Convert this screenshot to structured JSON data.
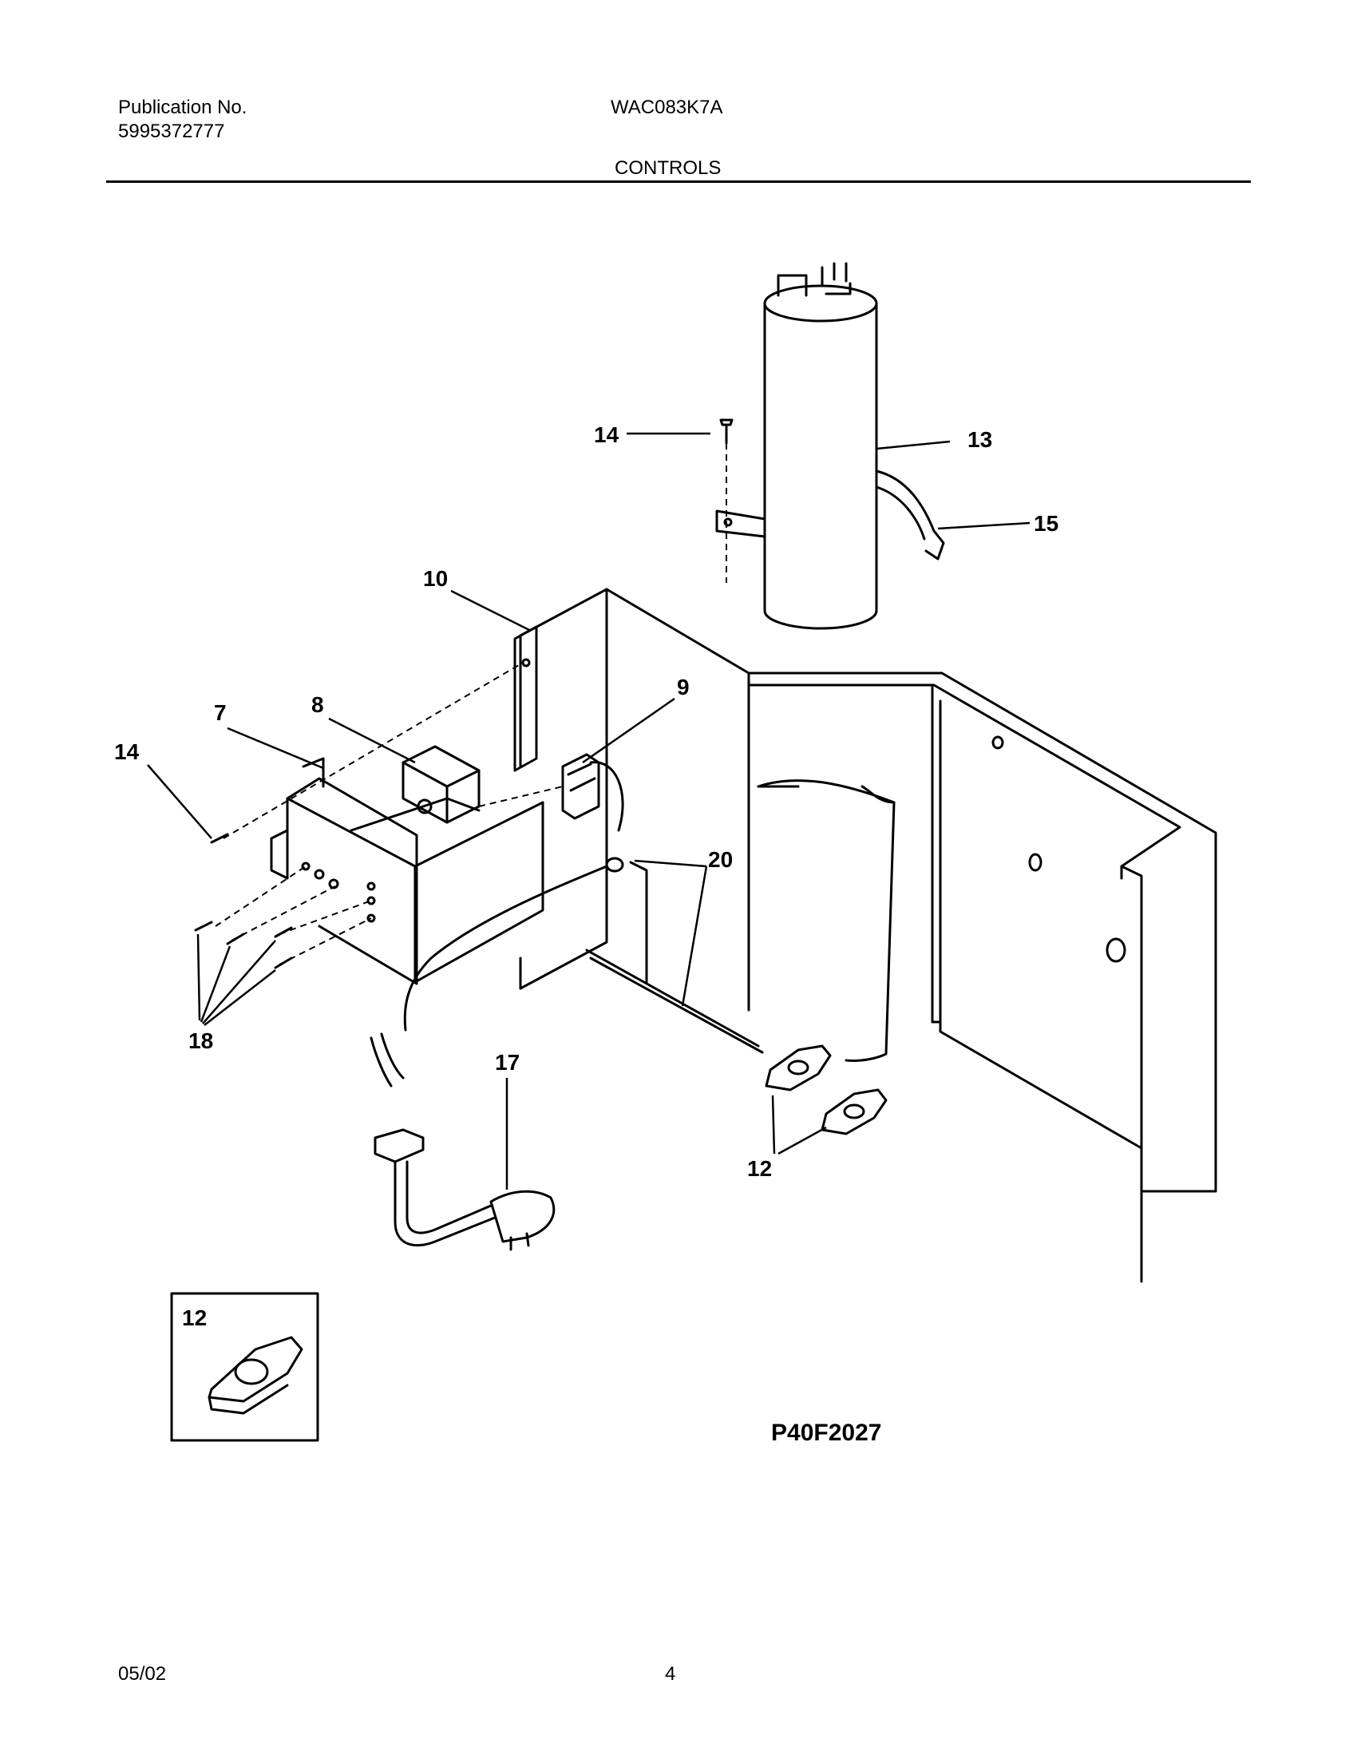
{
  "header": {
    "publication_label": "Publication No.",
    "publication_number": "5995372777",
    "model": "WAC083K7A",
    "section_title": "CONTROLS"
  },
  "diagram": {
    "callouts": [
      "14",
      "13",
      "15",
      "10",
      "9",
      "7",
      "8",
      "14",
      "20",
      "18",
      "17",
      "12"
    ],
    "inset_label": "12",
    "figure_code": "P40F2027"
  },
  "footer": {
    "date": "05/02",
    "page": "4"
  }
}
